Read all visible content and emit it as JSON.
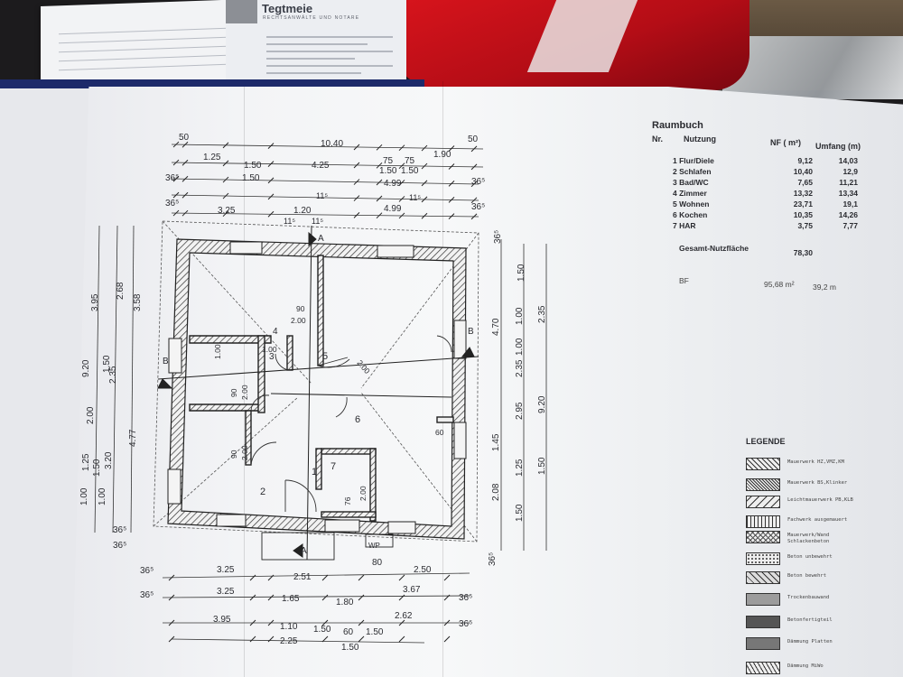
{
  "letterhead": {
    "firm": "Tegtmeie",
    "tagline": "RECHTSANWÄLTE UND NOTARE"
  },
  "raumbuch": {
    "title": "Raumbuch",
    "headers": {
      "nr": "Nr.",
      "nutzung": "Nutzung",
      "nf": "NF ( m²)",
      "umfang": "Umfang (m)"
    },
    "rows": [
      {
        "name": "1 Flur/Diele",
        "nf": "9,12",
        "umfang": "14,03"
      },
      {
        "name": "2 Schlafen",
        "nf": "10,40",
        "umfang": "12,9"
      },
      {
        "name": "3 Bad/WC",
        "nf": "7,65",
        "umfang": "11,21"
      },
      {
        "name": "4 Zimmer",
        "nf": "13,32",
        "umfang": "13,34"
      },
      {
        "name": "5 Wohnen",
        "nf": "23,71",
        "umfang": "19,1"
      },
      {
        "name": "6 Kochen",
        "nf": "10,35",
        "umfang": "14,26"
      },
      {
        "name": "7 HAR",
        "nf": "3,75",
        "umfang": "7,77"
      }
    ],
    "total_label": "Gesamt-Nutzfläche",
    "total_value": "78,30",
    "bf_label": "BF",
    "bf_area": "95,68 m²",
    "bf_perimeter": "39,2 m"
  },
  "legend": {
    "title": "LEGENDE",
    "items": [
      {
        "label": "Mauerwerk HZ,VMZ,KM",
        "pattern": "hatch"
      },
      {
        "label": "Mauerwerk BS,Klinker",
        "pattern": "hatch-dense"
      },
      {
        "label": "Leichtmauerwerk PB,KLB",
        "pattern": "hatch-open"
      },
      {
        "label": "Fachwerk ausgemauert",
        "pattern": "vertical"
      },
      {
        "label": "Mauerwerk/Wand Schlackenbeton",
        "pattern": "cross"
      },
      {
        "label": "Beton unbewehrt",
        "pattern": "dots"
      },
      {
        "label": "Beton bewehrt",
        "pattern": "hatch-dots"
      },
      {
        "label": "Trockenbauwand",
        "pattern": "solid-light"
      },
      {
        "label": "Betonfertigteil",
        "pattern": "solid-dark"
      },
      {
        "label": "Dämmung Platten",
        "pattern": "solid-mid"
      },
      {
        "label": "Dämmung MiWo",
        "pattern": "zigzag"
      }
    ]
  },
  "plan": {
    "top_dims": [
      "50",
      "10.40",
      "50",
      "1.25",
      "1.50",
      "4.25",
      "75",
      "75",
      "1.90",
      "1.50",
      "1.50",
      "1.50",
      "4.99",
      "3.25",
      "1.20",
      "4.99"
    ],
    "bottom_dims": [
      "3.25",
      "2.51",
      "80",
      "2.50",
      "3.25",
      "1.65",
      "1.80",
      "3.67",
      "3.95",
      "1.10",
      "1.50",
      "60",
      "1.50",
      "2.25",
      "1.50",
      "2.62"
    ],
    "right_dims": [
      "1.50",
      "4.70",
      "1.00",
      "1.00",
      "2.35",
      "2.35",
      "9.20",
      "2.95",
      "1.45",
      "1.25",
      "2.08",
      "1.50",
      "1.50"
    ],
    "left_dims": [
      "3.95",
      "2.68",
      "3.58",
      "9.20",
      "1.50",
      "2.35",
      "4.77",
      "2.00",
      "3.20",
      "1.50",
      "1.25",
      "1.00",
      "1.00"
    ],
    "thick_marks": [
      "36⁵",
      "11⁵"
    ],
    "room_numbers": [
      "1",
      "2",
      "3",
      "4",
      "5",
      "6",
      "7"
    ],
    "section_marks": [
      "A",
      "B"
    ],
    "door_labels": [
      "90",
      "2.00",
      "1.00",
      "90",
      "2.00",
      "2.00",
      "76",
      "2.00",
      "1.00",
      "60",
      "90",
      "2.00"
    ],
    "wp_label": "WP"
  }
}
